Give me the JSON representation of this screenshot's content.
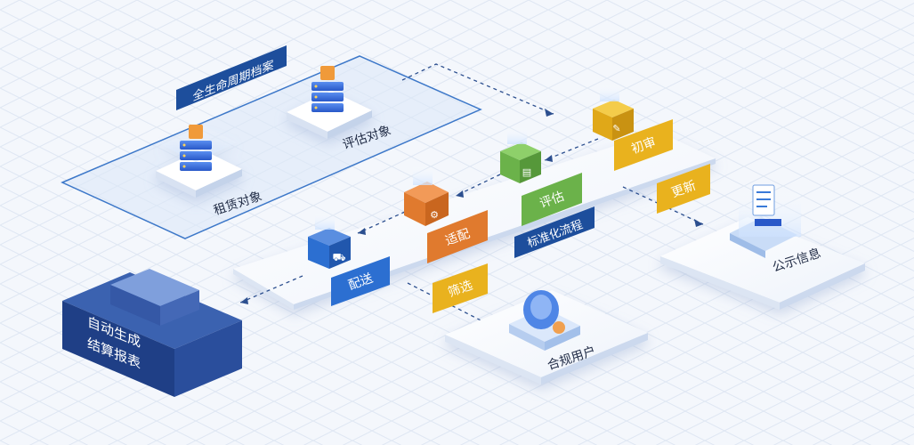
{
  "archive": {
    "title": "全生命周期档案",
    "assess_object": "评估对象",
    "lease_object": "租赁对象"
  },
  "process": {
    "title": "标准化流程",
    "steps": {
      "initial_review": "初审",
      "assessment": "评估",
      "matching": "适配",
      "delivery": "配送"
    }
  },
  "flows": {
    "update": "更新",
    "filter": "筛选"
  },
  "outputs": {
    "public_info": "公示信息",
    "compliant_users": "合规用户",
    "report_line1": "自动生成",
    "report_line2": "结算报表"
  },
  "colors": {
    "navy": "#1d4e9c",
    "blue": "#2c6fd1",
    "orange": "#e07a2e",
    "green": "#6bb24a",
    "gold": "#e9b21e",
    "dark_block": "#2e4e98"
  }
}
